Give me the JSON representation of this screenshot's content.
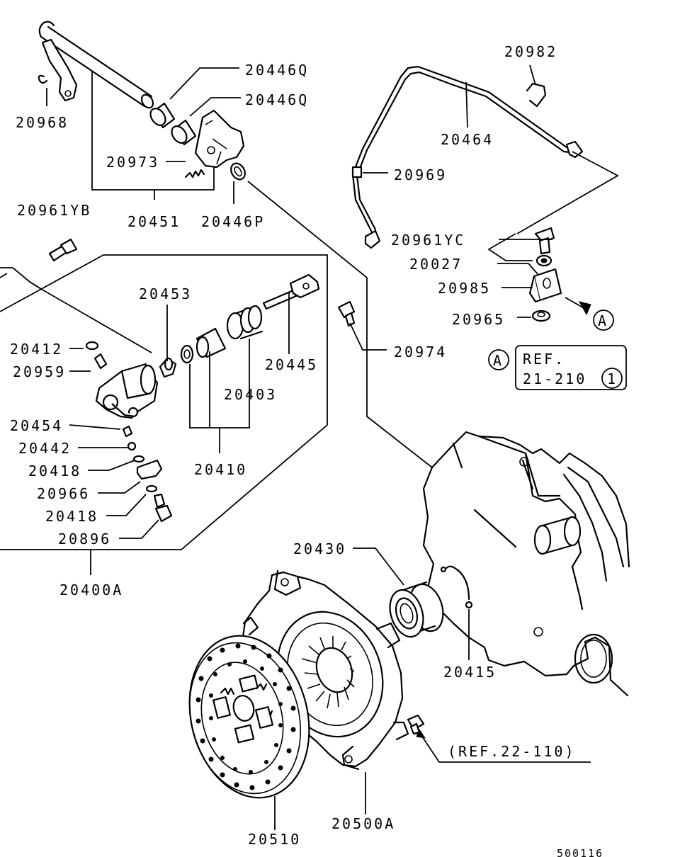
{
  "labels": {
    "p20968": "20968",
    "p20446q_a": "20446Q",
    "p20446q_b": "20446Q",
    "p20973": "20973",
    "p20451": "20451",
    "p20446p": "20446P",
    "p20961yb": "20961YB",
    "p20453": "20453",
    "p20412": "20412",
    "p20959": "20959",
    "p20445": "20445",
    "p20403": "20403",
    "p20454": "20454",
    "p20442": "20442",
    "p20418_a": "20418",
    "p20966": "20966",
    "p20418_b": "20418",
    "p20896": "20896",
    "p20410": "20410",
    "p20400a": "20400A",
    "p20982": "20982",
    "p20464": "20464",
    "p20969": "20969",
    "p20961yc": "20961YC",
    "p20027": "20027",
    "p20985": "20985",
    "p20965": "20965",
    "p20974": "20974",
    "p20430": "20430",
    "p20415": "20415",
    "p20510": "20510",
    "p20500a": "20500A"
  },
  "callout_letter": "A",
  "ref_box": {
    "line1": "REF.",
    "line2": "21-210",
    "circle_num": "1"
  },
  "ref_22": "(REF.22-110)",
  "diagram_id": "500116"
}
